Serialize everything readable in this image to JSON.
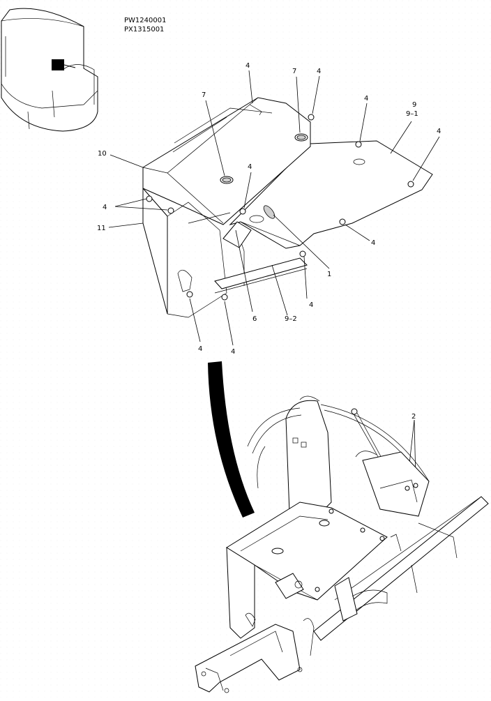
{
  "model_codes": [
    "PW1240001",
    "PX1315001"
  ],
  "callouts": {
    "c1": "1",
    "c2": "2",
    "c4": "4",
    "c6": "6",
    "c7": "7",
    "c9": "9",
    "c9_1": "9–1",
    "c9_2": "9–2",
    "c10": "10",
    "c11": "11"
  }
}
